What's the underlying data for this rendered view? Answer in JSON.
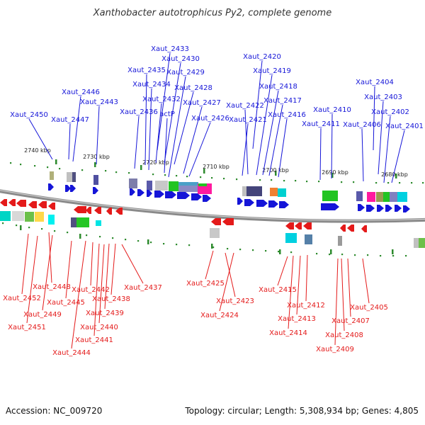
{
  "title": "Xanthobacter autotrophicus Py2, complete genome",
  "footer": {
    "accession": "Accession: NC_009720",
    "summary": "Topology: circular; Length: 5,308,934 bp; Genes: 4,805"
  },
  "colors": {
    "forward": "#1515d8",
    "reverse": "#e41a1a",
    "tick": "#2e8b2e",
    "backbone": "#808080"
  },
  "kbp_labels": [
    "2740 kbp",
    "2730 kbp",
    "2720 kbp",
    "2710 kbp",
    "2700 kbp",
    "2690 kbp",
    "2680 kbp"
  ],
  "forward_genes": [
    "Xaut_2433",
    "Xaut_2430",
    "Xaut_2435",
    "Xaut_2429",
    "Xaut_2434",
    "Xaut_2428",
    "Xaut_2432",
    "actP",
    "Xaut_2436",
    "Xaut_2427",
    "Xaut_2426",
    "Xaut_2446",
    "Xaut_2443",
    "Xaut_2447",
    "Xaut_2450",
    "Xaut_2420",
    "Xaut_2419",
    "Xaut_2418",
    "Xaut_2422",
    "Xaut_2417",
    "Xaut_2416",
    "Xaut_2421",
    "Xaut_2410",
    "Xaut_2411",
    "Xaut_2404",
    "Xaut_2403",
    "Xaut_2402",
    "Xaut_2406",
    "Xaut_2401"
  ],
  "reverse_genes": [
    "Xaut_2452",
    "Xaut_2448",
    "Xaut_2449",
    "Xaut_2445",
    "Xaut_2451",
    "Xaut_2442",
    "Xaut_2438",
    "Xaut_2439",
    "Xaut_2440",
    "Xaut_2441",
    "Xaut_2444",
    "Xaut_2437",
    "Xaut_2425",
    "Xaut_2423",
    "Xaut_2424",
    "Xaut_2415",
    "Xaut_2412",
    "Xaut_2413",
    "Xaut_2414",
    "Xaut_2405",
    "Xaut_2407",
    "Xaut_2408",
    "Xaut_2409"
  ]
}
